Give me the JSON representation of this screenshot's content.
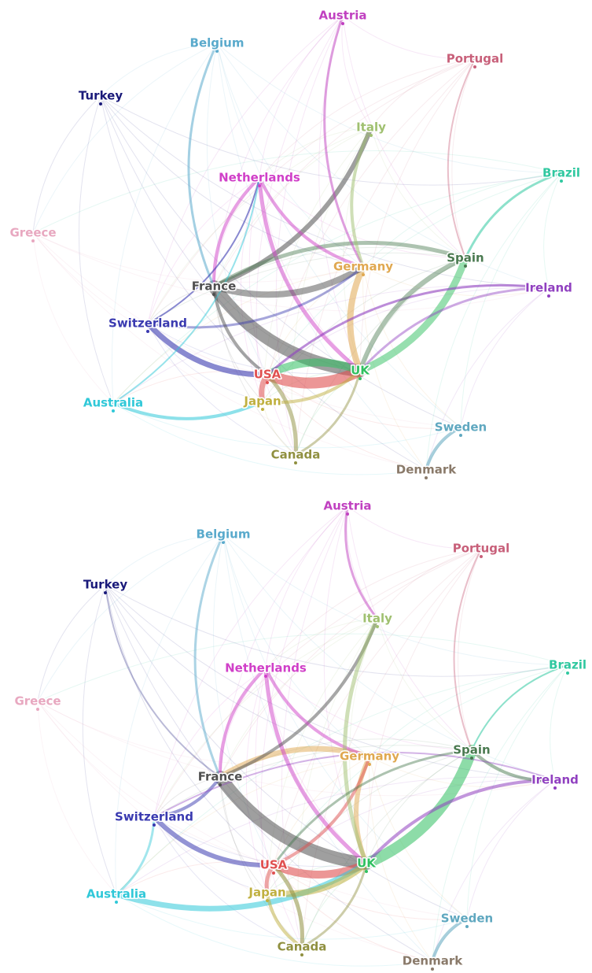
{
  "panels": [
    {
      "id": "top",
      "nodes": [
        {
          "label": "Austria",
          "color": "#c040c0"
        },
        {
          "label": "Belgium",
          "color": "#5aaacc"
        },
        {
          "label": "Portugal",
          "color": "#c8607a"
        },
        {
          "label": "Turkey",
          "color": "#1a1a7a"
        },
        {
          "label": "Italy",
          "color": "#a0c070"
        },
        {
          "label": "Brazil",
          "color": "#30c8a0"
        },
        {
          "label": "Netherlands",
          "color": "#d040c8"
        },
        {
          "label": "Greece",
          "color": "#e8a8c0"
        },
        {
          "label": "Spain",
          "color": "#4a7a50"
        },
        {
          "label": "Germany",
          "color": "#e0a850"
        },
        {
          "label": "France",
          "color": "#505050"
        },
        {
          "label": "Ireland",
          "color": "#9040c0"
        },
        {
          "label": "Switzerland",
          "color": "#3a3ab0"
        },
        {
          "label": "USA",
          "color": "#e05050"
        },
        {
          "label": "UK",
          "color": "#30c060"
        },
        {
          "label": "Australia",
          "color": "#30c8d8"
        },
        {
          "label": "Japan",
          "color": "#c0b040"
        },
        {
          "label": "Sweden",
          "color": "#60a8c0"
        },
        {
          "label": "Canada",
          "color": "#909040"
        },
        {
          "label": "Denmark",
          "color": "#8a7a6a"
        }
      ]
    },
    {
      "id": "bottom",
      "nodes": [
        {
          "label": "Austria",
          "color": "#c040c0"
        },
        {
          "label": "Belgium",
          "color": "#5aaacc"
        },
        {
          "label": "Portugal",
          "color": "#c8607a"
        },
        {
          "label": "Turkey",
          "color": "#1a1a7a"
        },
        {
          "label": "Italy",
          "color": "#a0c070"
        },
        {
          "label": "Brazil",
          "color": "#30c8a0"
        },
        {
          "label": "Netherlands",
          "color": "#d040c8"
        },
        {
          "label": "Greece",
          "color": "#e8a8c0"
        },
        {
          "label": "Spain",
          "color": "#4a7a50"
        },
        {
          "label": "Germany",
          "color": "#e0a850"
        },
        {
          "label": "France",
          "color": "#505050"
        },
        {
          "label": "Ireland",
          "color": "#9040c0"
        },
        {
          "label": "Switzerland",
          "color": "#3a3ab0"
        },
        {
          "label": "USA",
          "color": "#e05050"
        },
        {
          "label": "UK",
          "color": "#30c060"
        },
        {
          "label": "Australia",
          "color": "#30c8d8"
        },
        {
          "label": "Japan",
          "color": "#c0b040"
        },
        {
          "label": "Sweden",
          "color": "#60a8c0"
        },
        {
          "label": "Canada",
          "color": "#909040"
        },
        {
          "label": "Denmark",
          "color": "#8a7a6a"
        }
      ]
    }
  ]
}
